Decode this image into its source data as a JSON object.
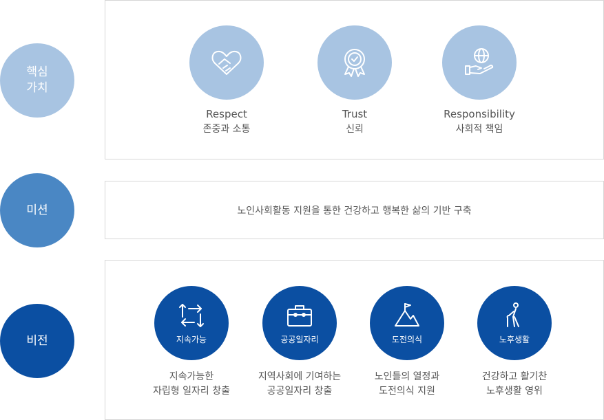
{
  "core_values": {
    "label": "핵심\n가치",
    "items": [
      {
        "en": "Respect",
        "ko": "존중과 소통",
        "icon": "handshake-heart-icon"
      },
      {
        "en": "Trust",
        "ko": "신뢰",
        "icon": "badge-check-icon"
      },
      {
        "en": "Responsibility",
        "ko": "사회적 책임",
        "icon": "globe-hand-icon"
      }
    ]
  },
  "mission": {
    "label": "미션",
    "text": "노인사회활동 지원을 통한 건강하고 행복한 삶의 기반 구축"
  },
  "vision": {
    "label": "비전",
    "items": [
      {
        "title": "지속가능",
        "desc": "지속가능한\n자립형 일자리 창출",
        "icon": "cycle-arrows-icon"
      },
      {
        "title": "공공일자리",
        "desc": "지역사회에 기여하는\n공공일자리 창출",
        "icon": "briefcase-icon"
      },
      {
        "title": "도전의식",
        "desc": "노인들의 열정과\n도전의식 지원",
        "icon": "mountain-flag-icon"
      },
      {
        "title": "노후생활",
        "desc": "건강하고 활기찬\n노후생활 영위",
        "icon": "elder-cane-icon"
      }
    ]
  },
  "colors": {
    "core_circle": "#a8c4e2",
    "mission_circle": "#4a87c4",
    "vision_circle": "#0b4fa2",
    "border": "#d6d6d6"
  }
}
